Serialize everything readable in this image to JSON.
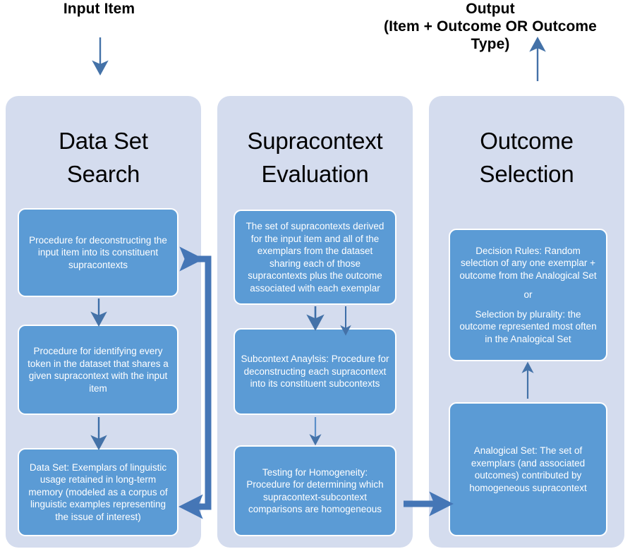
{
  "diagram": {
    "title_top_left": "Input Item",
    "title_top_right_line1": "Output",
    "title_top_right_line2": "(Item + Outcome OR Outcome",
    "title_top_right_line3": "Type)",
    "colors": {
      "panel_background": "#d4dcee",
      "box_fill": "#5b9bd5",
      "box_border": "#ffffff",
      "arrow_thin": "#4472a8",
      "arrow_thick": "#4576b6",
      "text_dark": "#000000",
      "text_light": "#ffffff",
      "page_background": "#ffffff"
    },
    "columns": [
      {
        "id": "data-set-search",
        "title_line1": "Data Set",
        "title_line2": "Search",
        "boxes": [
          {
            "id": "deconstruct-input-item",
            "text": "Procedure for deconstructing the input item into its constituent supracontexts"
          },
          {
            "id": "identify-tokens",
            "text": "Procedure for identifying every token in the dataset that shares a given supracontext with the input item"
          },
          {
            "id": "data-set",
            "text": "Data Set: Exemplars of linguistic usage retained in long-term memory (modeled as a corpus of linguistic examples representing the issue of interest)"
          }
        ]
      },
      {
        "id": "supracontext-evaluation",
        "title_line1": "Supracontext",
        "title_line2": "Evaluation",
        "boxes": [
          {
            "id": "supracontext-set",
            "text": "The set of supracontexts derived for the input item and all of the exemplars from the dataset sharing each of those supracontexts plus the outcome associated with each exemplar"
          },
          {
            "id": "subcontext-analysis",
            "text": "Subcontext Anaylsis: Procedure for deconstructing each supracontext into its constituent subcontexts"
          },
          {
            "id": "testing-homogeneity",
            "text": "Testing for Homogeneity: Procedure for determining  which supracontext-subcontext comparisons  are homogeneous"
          }
        ]
      },
      {
        "id": "outcome-selection",
        "title_line1": "Outcome",
        "title_line2": "Selection",
        "boxes": [
          {
            "id": "decision-rules",
            "text_part1": "Decision Rules: Random selection of any one exemplar + outcome from the Analogical Set",
            "text_part2": "or",
            "text_part3": "Selection by plurality: the outcome represented most often in the Analogical Set"
          },
          {
            "id": "analogical-set",
            "text": "Analogical Set: The set of exemplars (and associated outcomes) contributed by homogeneous supracontext"
          }
        ]
      }
    ],
    "arrows": [
      {
        "id": "input-arrow",
        "direction": "down",
        "style": "thin"
      },
      {
        "id": "output-arrow",
        "direction": "up",
        "style": "thin"
      },
      {
        "id": "col1-box1-to-box2",
        "direction": "down",
        "style": "thin"
      },
      {
        "id": "col1-box2-to-box3",
        "direction": "down",
        "style": "thin"
      },
      {
        "id": "col2-box1-to-box2",
        "direction": "down",
        "style": "thin"
      },
      {
        "id": "col2-extra-into-box2",
        "direction": "down",
        "style": "thin"
      },
      {
        "id": "col2-box2-to-box3",
        "direction": "down",
        "style": "thin"
      },
      {
        "id": "col1-col2-bracket",
        "direction": "bidirectional",
        "style": "thick"
      },
      {
        "id": "col2-to-col3",
        "direction": "right",
        "style": "thick"
      },
      {
        "id": "col3-analogical-to-decision",
        "direction": "up",
        "style": "thin"
      }
    ]
  }
}
